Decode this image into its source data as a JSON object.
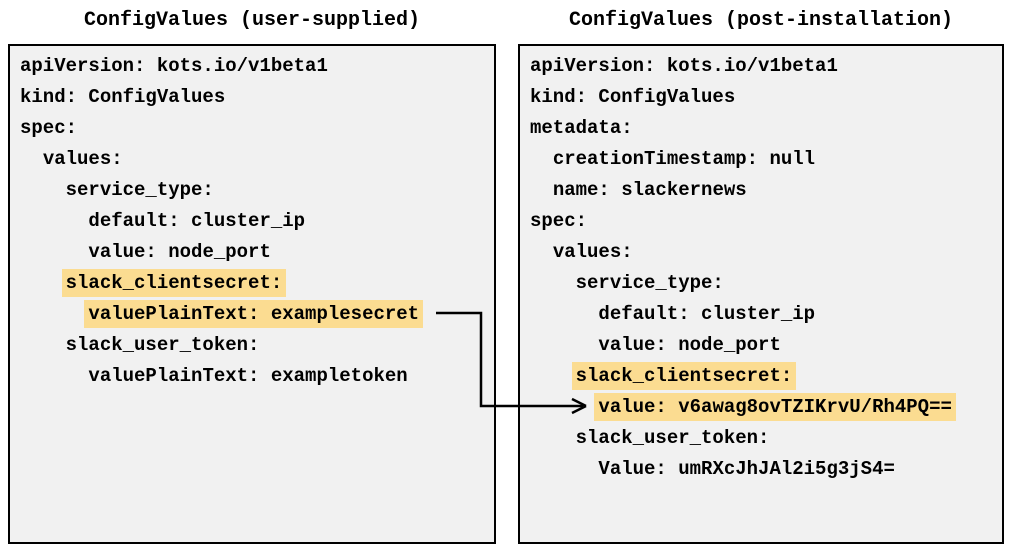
{
  "colors": {
    "highlight": "#fbdc91",
    "panel_background": "#f1f1f1",
    "panel_border": "#000000",
    "page_background": "#ffffff",
    "text": "#000000",
    "arrow": "#000000"
  },
  "left_panel": {
    "title": "ConfigValues (user-supplied)",
    "lines": [
      {
        "pre": "",
        "text": "apiVersion: kots.io/v1beta1"
      },
      {
        "pre": "",
        "text": "kind: ConfigValues"
      },
      {
        "pre": "",
        "text": "spec:"
      },
      {
        "pre": "  ",
        "text": "values:"
      },
      {
        "pre": "    ",
        "text": "service_type:"
      },
      {
        "pre": "      ",
        "text": "default: cluster_ip"
      },
      {
        "pre": "      ",
        "text": "value: node_port"
      },
      {
        "pre": "    ",
        "text": "slack_clientsecret:"
      },
      {
        "pre": "      ",
        "text": "valuePlainText: examplesecret"
      },
      {
        "pre": "    ",
        "text": "slack_user_token:"
      },
      {
        "pre": "      ",
        "text": "valuePlainText: exampletoken"
      }
    ]
  },
  "right_panel": {
    "title": "ConfigValues (post-installation)",
    "lines": [
      {
        "pre": "",
        "text": "apiVersion: kots.io/v1beta1"
      },
      {
        "pre": "",
        "text": "kind: ConfigValues"
      },
      {
        "pre": "",
        "text": "metadata:"
      },
      {
        "pre": "  ",
        "text": "creationTimestamp: null"
      },
      {
        "pre": "  ",
        "text": "name: slackernews"
      },
      {
        "pre": "",
        "text": "spec:"
      },
      {
        "pre": "  ",
        "text": "values:"
      },
      {
        "pre": "    ",
        "text": "service_type:"
      },
      {
        "pre": "      ",
        "text": "default: cluster_ip"
      },
      {
        "pre": "      ",
        "text": "value: node_port"
      },
      {
        "pre": "    ",
        "text": "slack_clientsecret:"
      },
      {
        "pre": "      ",
        "text": "value: v6awag8ovTZIKrvU/Rh4PQ=="
      },
      {
        "pre": "    ",
        "text": "slack_user_token:"
      },
      {
        "pre": "      ",
        "text": "Value: umRXcJhJAl2i5g3jS4="
      }
    ]
  },
  "connector": {
    "from": "valuePlainText: examplesecret",
    "to": "value: v6awag8ovTZIKrvU/Rh4PQ=="
  }
}
